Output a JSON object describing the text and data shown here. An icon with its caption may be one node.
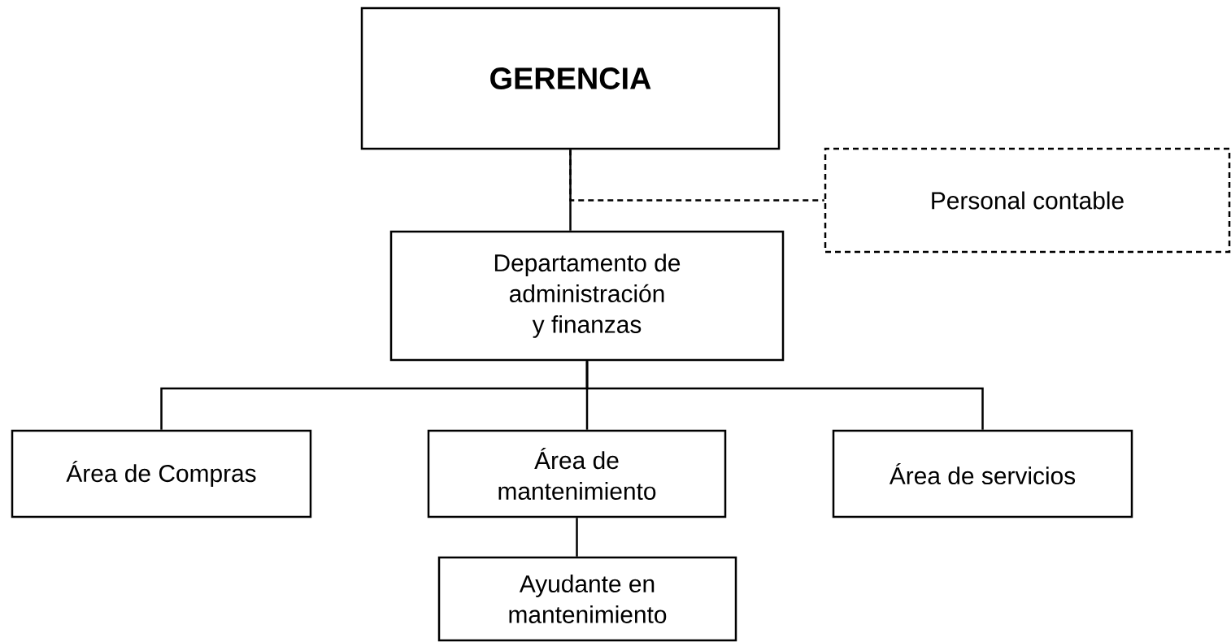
{
  "diagram": {
    "nodes": [
      {
        "text": [
          "GERENCIA"
        ]
      },
      {
        "text": [
          "Personal contable"
        ]
      },
      {
        "text": [
          "Departamento de administración y finanzas"
        ]
      },
      {
        "text": [
          "Área de Compras"
        ]
      },
      {
        "text": [
          "Área de mantenimiento"
        ]
      },
      {
        "text": [
          "Área de servicios"
        ]
      },
      {
        "text": [
          "Ayudante en mantenimiento"
        ]
      }
    ],
    "edges": [
      {
        "from": 0,
        "to": 2,
        "arrow": "none"
      },
      {
        "from": 0,
        "to": 1,
        "arrow": "none",
        "style": "dashed"
      },
      {
        "from": 2,
        "to": 3,
        "arrow": "none"
      },
      {
        "from": 2,
        "to": 4,
        "arrow": "none"
      },
      {
        "from": 2,
        "to": 5,
        "arrow": "none"
      },
      {
        "from": 4,
        "to": 6,
        "arrow": "none"
      }
    ]
  }
}
